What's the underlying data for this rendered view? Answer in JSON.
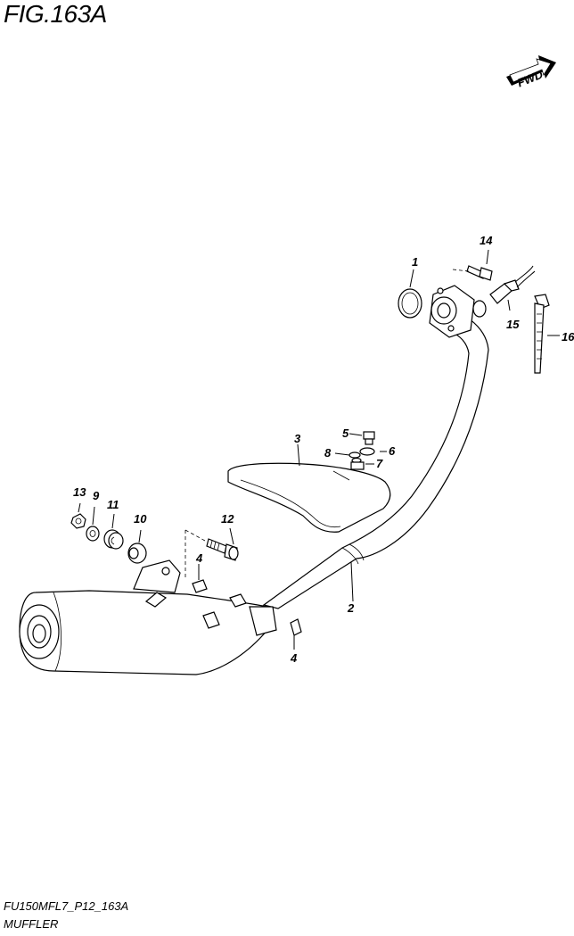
{
  "figure": {
    "title": "FIG.163A",
    "fwd_label": "FWD"
  },
  "footer": {
    "model_code": "FU150MFL7_P12_163A",
    "section_name": "MUFFLER"
  },
  "callouts": {
    "c1": "1",
    "c2": "2",
    "c3": "3",
    "c4a": "4",
    "c4b": "4",
    "c5": "5",
    "c6": "6",
    "c7": "7",
    "c8": "8",
    "c9": "9",
    "c10": "10",
    "c11": "11",
    "c12": "12",
    "c13": "13",
    "c14": "14",
    "c15": "15",
    "c16": "16"
  }
}
